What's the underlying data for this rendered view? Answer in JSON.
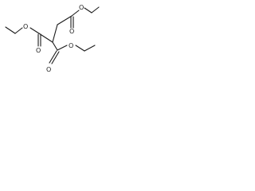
{
  "molecule": {
    "atoms": {
      "o_carbonyl_top": "O",
      "o_ester_top": "O",
      "o_ester_left": "O",
      "o_carbonyl_left": "O",
      "o_ester_right": "O",
      "o_carbonyl_bottom": "O"
    }
  },
  "colors": {
    "ink": "#1a1a1a",
    "background": "#ffffff"
  }
}
